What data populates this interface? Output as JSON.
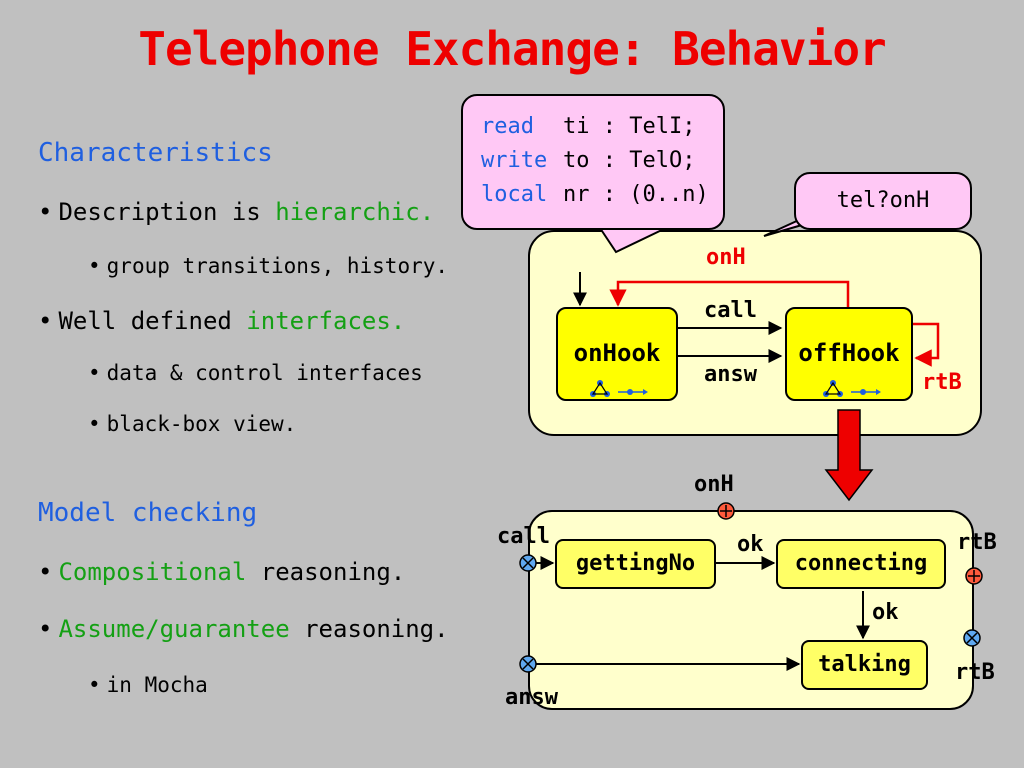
{
  "title": "Telephone Exchange: Behavior",
  "left": {
    "characteristics": {
      "heading": "Characteristics",
      "bullets": [
        {
          "text": "Description is ",
          "highlight": "hierarchic."
        },
        {
          "text": "group transitions, history."
        },
        {
          "text": "Well defined ",
          "highlight": "interfaces."
        },
        {
          "text": "data & control interfaces"
        },
        {
          "text": "black-box view."
        }
      ]
    },
    "model_checking": {
      "heading": "Model checking",
      "bullets": [
        {
          "highlight": "Compositional",
          "text": " reasoning."
        },
        {
          "highlight": "Assume/guarantee",
          "text": " reasoning."
        },
        {
          "text": "in Mocha"
        }
      ]
    },
    "bullet_glyph": "•"
  },
  "decl_callout": {
    "lines": [
      {
        "kw": "read",
        "rest": "ti : TelI;"
      },
      {
        "kw": "write",
        "rest": "to : TelO;"
      },
      {
        "kw": "local",
        "rest": "nr : (0..n)"
      }
    ]
  },
  "guard_callout": {
    "text": "tel?onH"
  },
  "upper_diagram": {
    "states": {
      "left": "onHook",
      "right": "offHook"
    },
    "transitions": {
      "top": "onH",
      "call": "call",
      "answ": "answ",
      "self": "rtB"
    }
  },
  "lower_diagram": {
    "states": {
      "getting": "gettingNo",
      "connecting": "connecting",
      "talking": "talking"
    },
    "labels": {
      "onH": "onH",
      "call": "call",
      "rtB_top": "rtB",
      "ok_h": "ok",
      "ok_v": "ok",
      "rtB_bottom": "rtB",
      "answ": "answ"
    }
  },
  "colors": {
    "background": "#c0c0c0",
    "title": "#ee0000",
    "heading": "#1f5fe0",
    "highlight": "#14a014",
    "callout_fill": "#ffc8f5",
    "panel_fill": "#ffffcc",
    "state_fill": "#ffff00",
    "arrow_red": "#ee0000"
  }
}
